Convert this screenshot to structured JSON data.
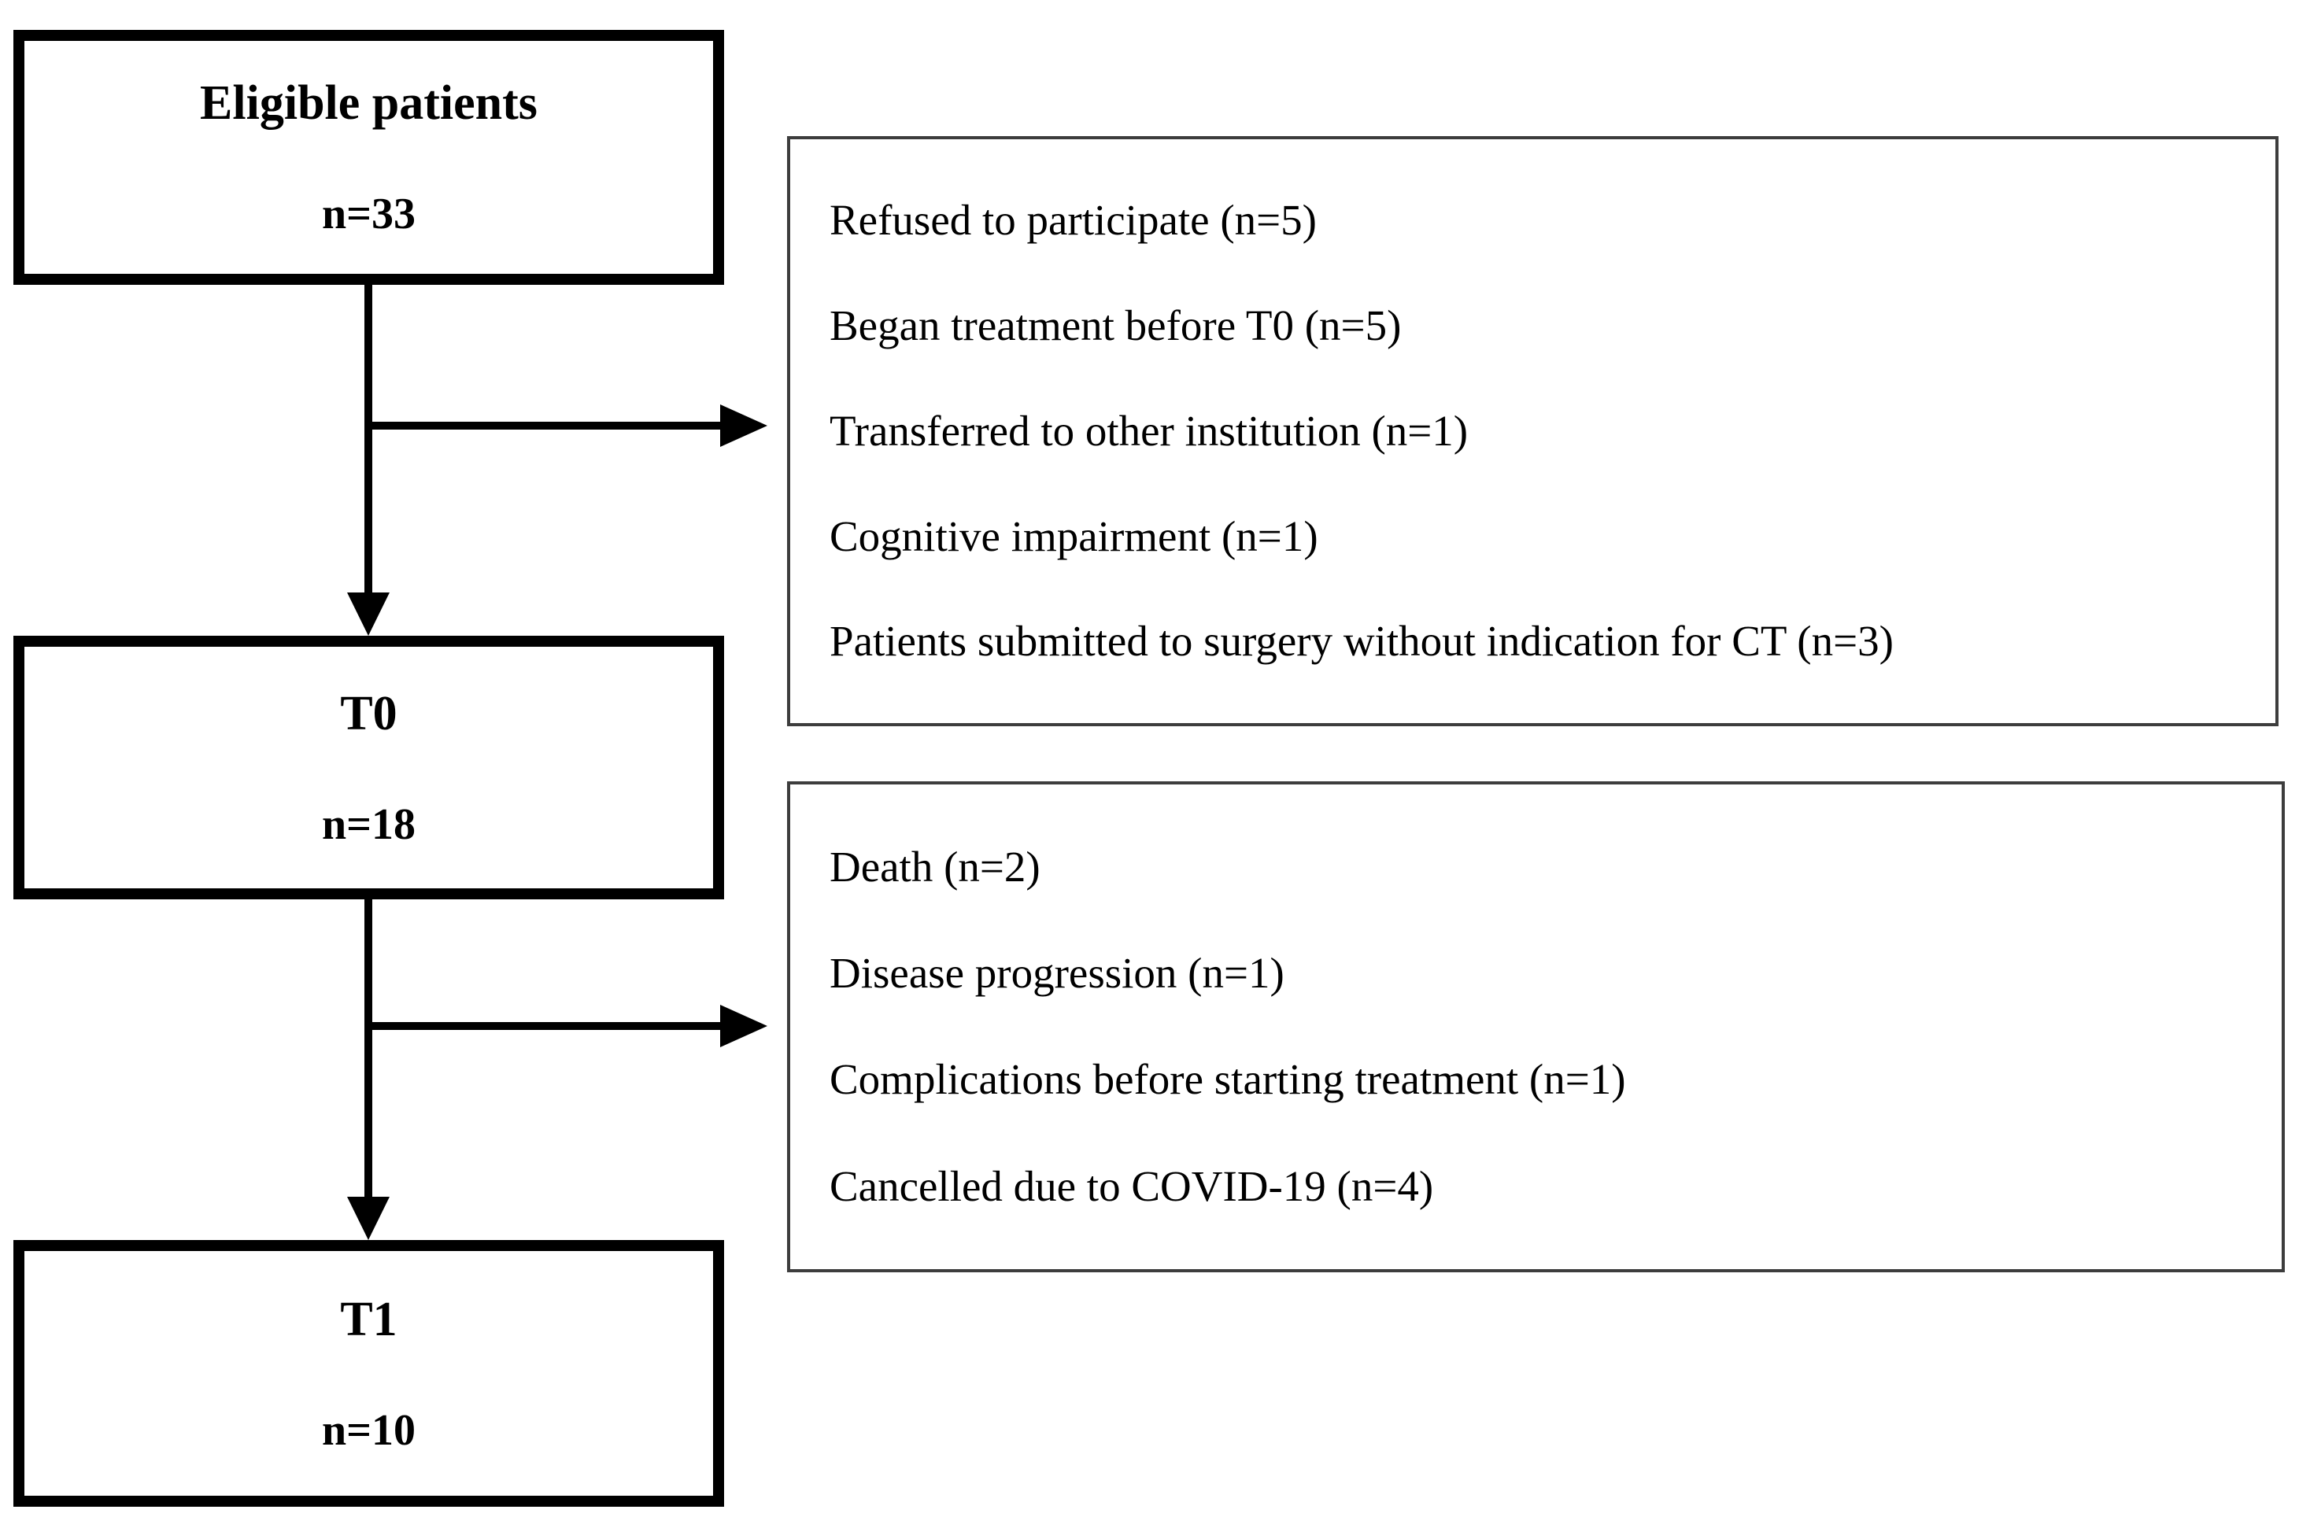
{
  "flow": {
    "nodes": [
      {
        "id": "eligible",
        "title": "Eligible patients",
        "count": "n=33"
      },
      {
        "id": "t0",
        "title": "T0",
        "count": "n=18"
      },
      {
        "id": "t1",
        "title": "T1",
        "count": "n=10"
      }
    ],
    "exclusions": [
      {
        "id": "exclusions-before-t0",
        "items": [
          "Refused to participate (n=5)",
          "Began treatment before T0 (n=5)",
          "Transferred to other institution (n=1)",
          "Cognitive impairment (n=1)",
          "Patients submitted to surgery without indication for CT (n=3)"
        ]
      },
      {
        "id": "exclusions-before-t1",
        "items": [
          "Death (n=2)",
          "Disease progression (n=1)",
          "Complications before starting treatment (n=1)",
          "Cancelled due to COVID-19 (n=4)"
        ]
      }
    ],
    "colors": {
      "node_border": "#000000",
      "panel_border": "#3d3d3d",
      "text": "#000000",
      "background": "#ffffff"
    }
  }
}
